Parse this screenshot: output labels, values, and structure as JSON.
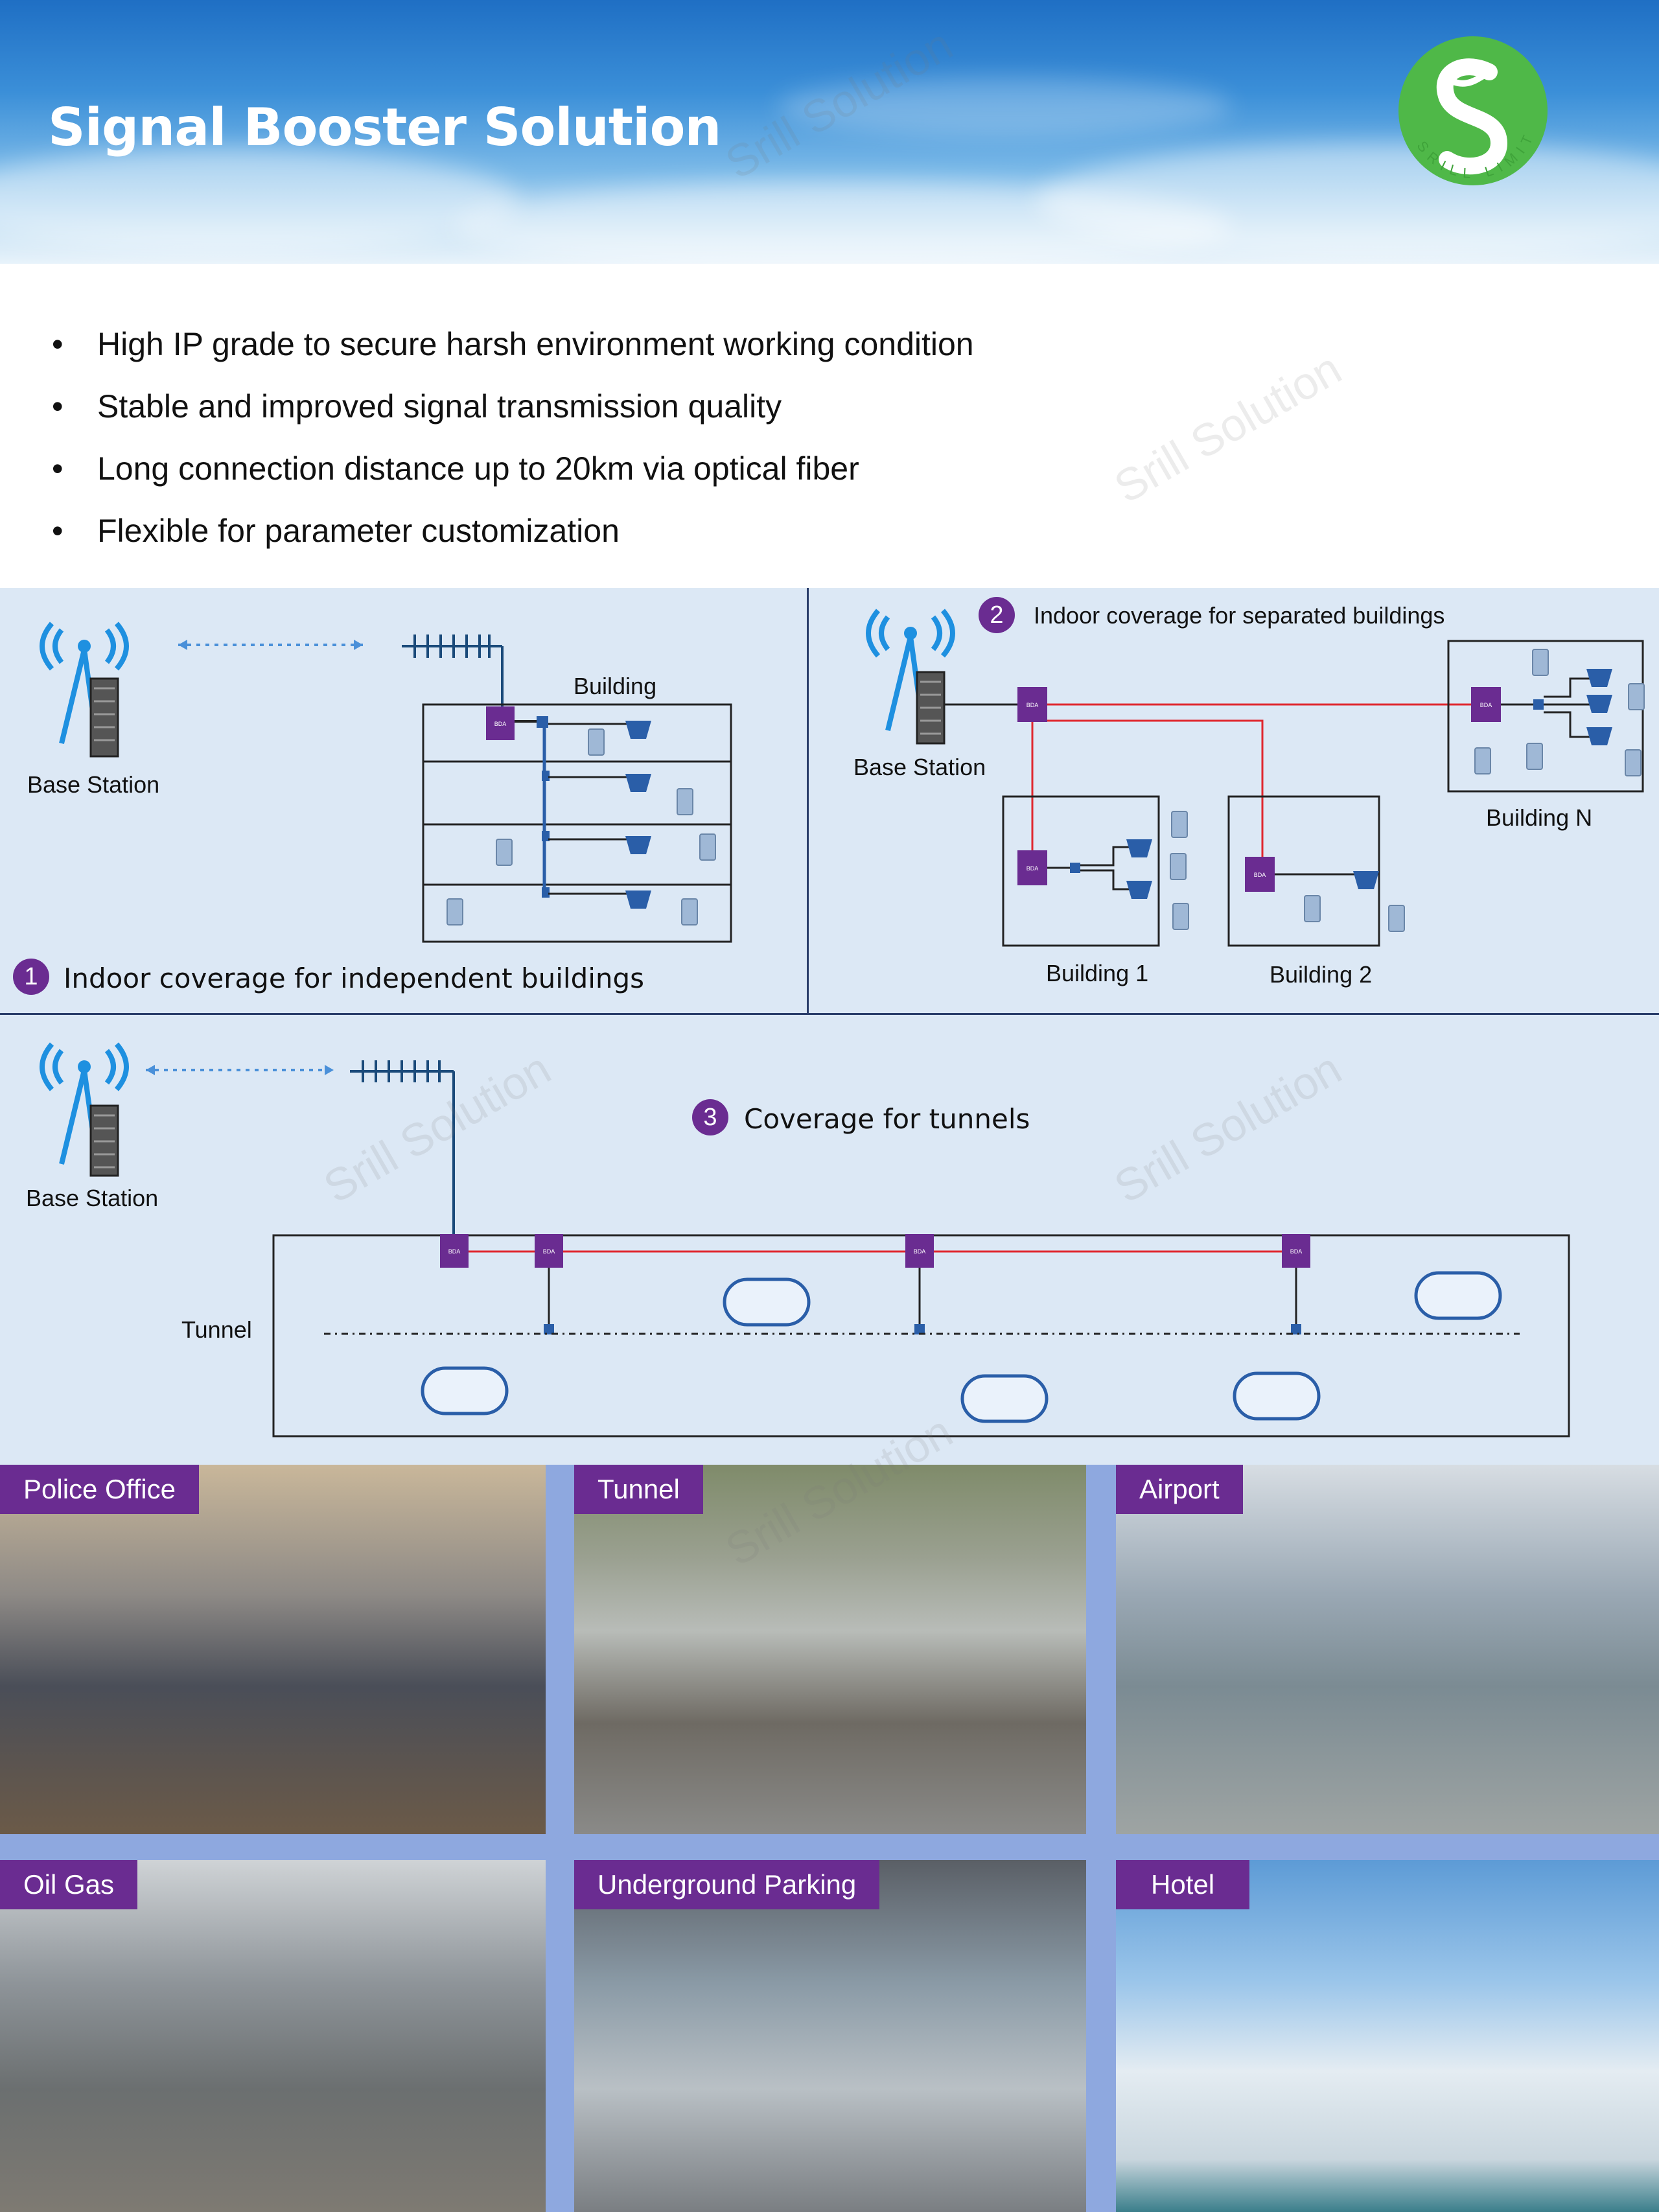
{
  "header": {
    "title": "Signal Booster Solution",
    "logo_text": "SRILL LIMITED"
  },
  "bullets": [
    "High IP grade to secure harsh environment working condition",
    "Stable and improved signal transmission quality",
    "Long connection distance up to 20km via optical fiber",
    "Flexible for parameter customization"
  ],
  "watermark": "Srill Solution",
  "diagram1": {
    "number": "1",
    "caption": "Indoor coverage for independent buildings",
    "base_station": "Base Station",
    "building": "Building",
    "bda": "BDA"
  },
  "diagram2": {
    "number": "2",
    "caption": "Indoor coverage for separated buildings",
    "base_station": "Base Station",
    "building_1": "Building 1",
    "building_2": "Building 2",
    "building_n": "Building N"
  },
  "diagram3": {
    "number": "3",
    "caption": "Coverage for tunnels",
    "base_station": "Base Station",
    "tunnel": "Tunnel"
  },
  "photos": [
    {
      "tag": "Police Office"
    },
    {
      "tag": "Tunnel"
    },
    {
      "tag": "Airport"
    },
    {
      "tag": "Oil Gas"
    },
    {
      "tag": "Underground Parking"
    },
    {
      "tag": "Hotel"
    }
  ],
  "colors": {
    "accent_purple": "#6a2c91",
    "panel_bg": "#dce8f5",
    "signal_blue": "#1e90e0",
    "feeder_red": "#e0282f"
  }
}
